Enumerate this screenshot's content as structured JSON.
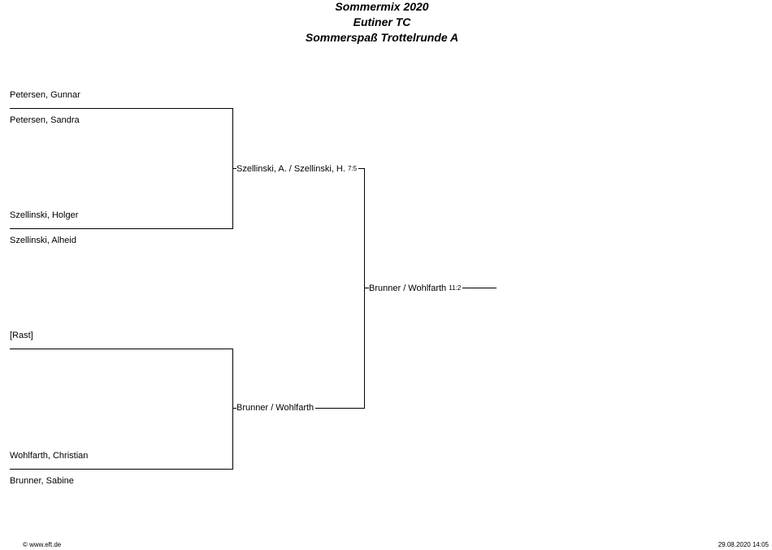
{
  "header": {
    "line1": "Sommermix 2020",
    "line2": "Eutiner TC",
    "line3": "Sommerspaß Trottelrunde A"
  },
  "round1": [
    {
      "player_a": "Petersen, Gunnar",
      "player_b": "Petersen, Sandra"
    },
    {
      "player_a": "Szellinski, Holger",
      "player_b": "Szellinski, Alheid"
    },
    {
      "player_a": "[Rast]",
      "player_b": ""
    },
    {
      "player_a": "Wohlfarth, Christian",
      "player_b": "Brunner, Sabine"
    }
  ],
  "round2": [
    {
      "winner": "Szellinski, A. / Szellinski, H.",
      "score": "7:5"
    },
    {
      "winner": "Brunner / Wohlfarth",
      "score": ""
    }
  ],
  "final": {
    "winner": "Brunner / Wohlfarth",
    "score": "11:2"
  },
  "footer": {
    "copyright": "© www.eft.de",
    "timestamp": "29.08.2020 14:05"
  }
}
